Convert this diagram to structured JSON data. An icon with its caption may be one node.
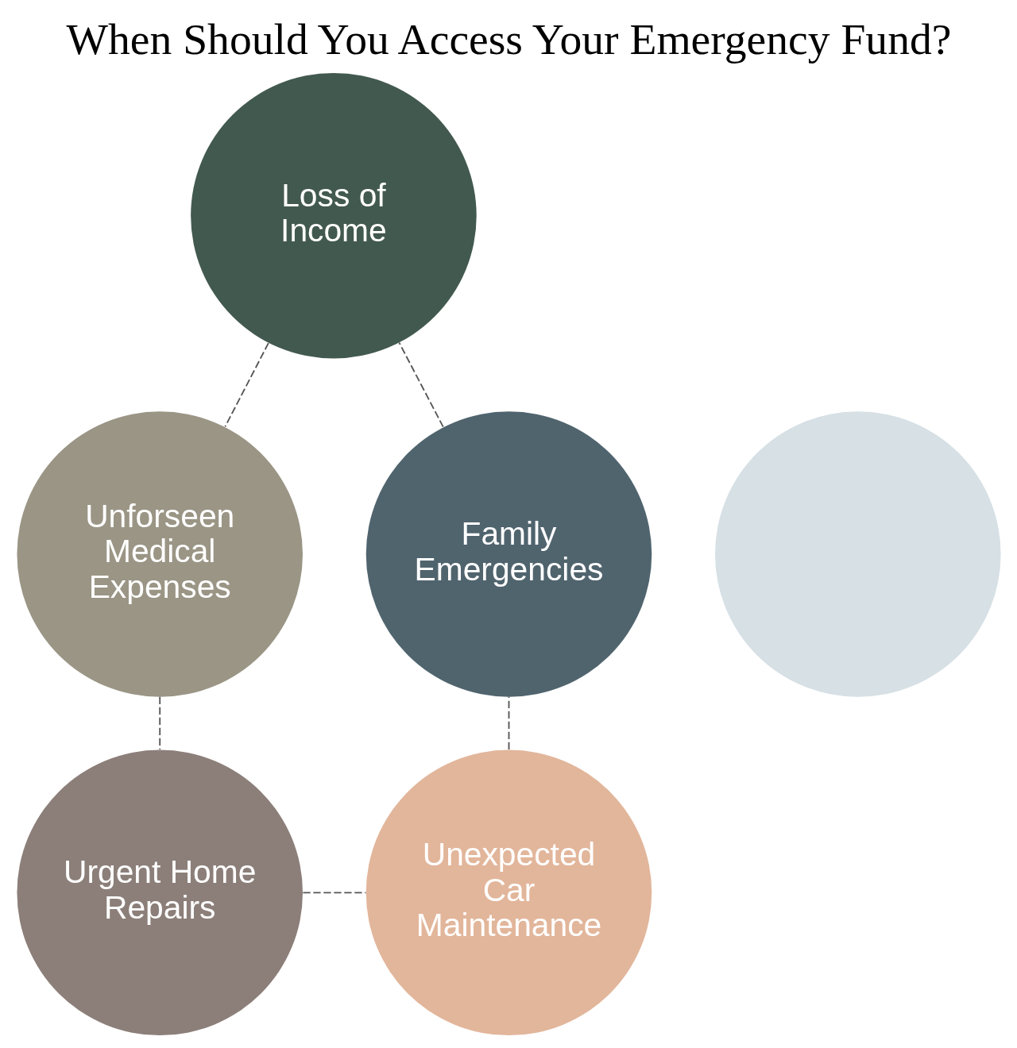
{
  "diagram": {
    "title": "When Should You Access Your Emergency Fund?",
    "nodes": [
      {
        "text": [
          "Loss of Income"
        ]
      },
      {
        "text": [
          "Family Emergencies"
        ]
      },
      {
        "text": [],
        "shape": "circle"
      },
      {
        "text": [
          "Unforseen Medical Expenses"
        ]
      },
      {
        "text": [
          "Unexpected Car Maintenance"
        ]
      },
      {
        "text": [
          "Urgent Home Repairs"
        ]
      }
    ],
    "edges": [
      {
        "from": 0,
        "to": 3,
        "arrow": "none",
        "style": "dashed"
      },
      {
        "from": 3,
        "to": 5,
        "arrow": "none",
        "style": "dashed"
      },
      {
        "from": 5,
        "to": 4,
        "arrow": "none",
        "style": "dashed"
      },
      {
        "from": 4,
        "to": 1,
        "arrow": "none",
        "style": "dashed"
      },
      {
        "from": 1,
        "to": 0,
        "arrow": "none",
        "style": "dashed"
      }
    ]
  }
}
